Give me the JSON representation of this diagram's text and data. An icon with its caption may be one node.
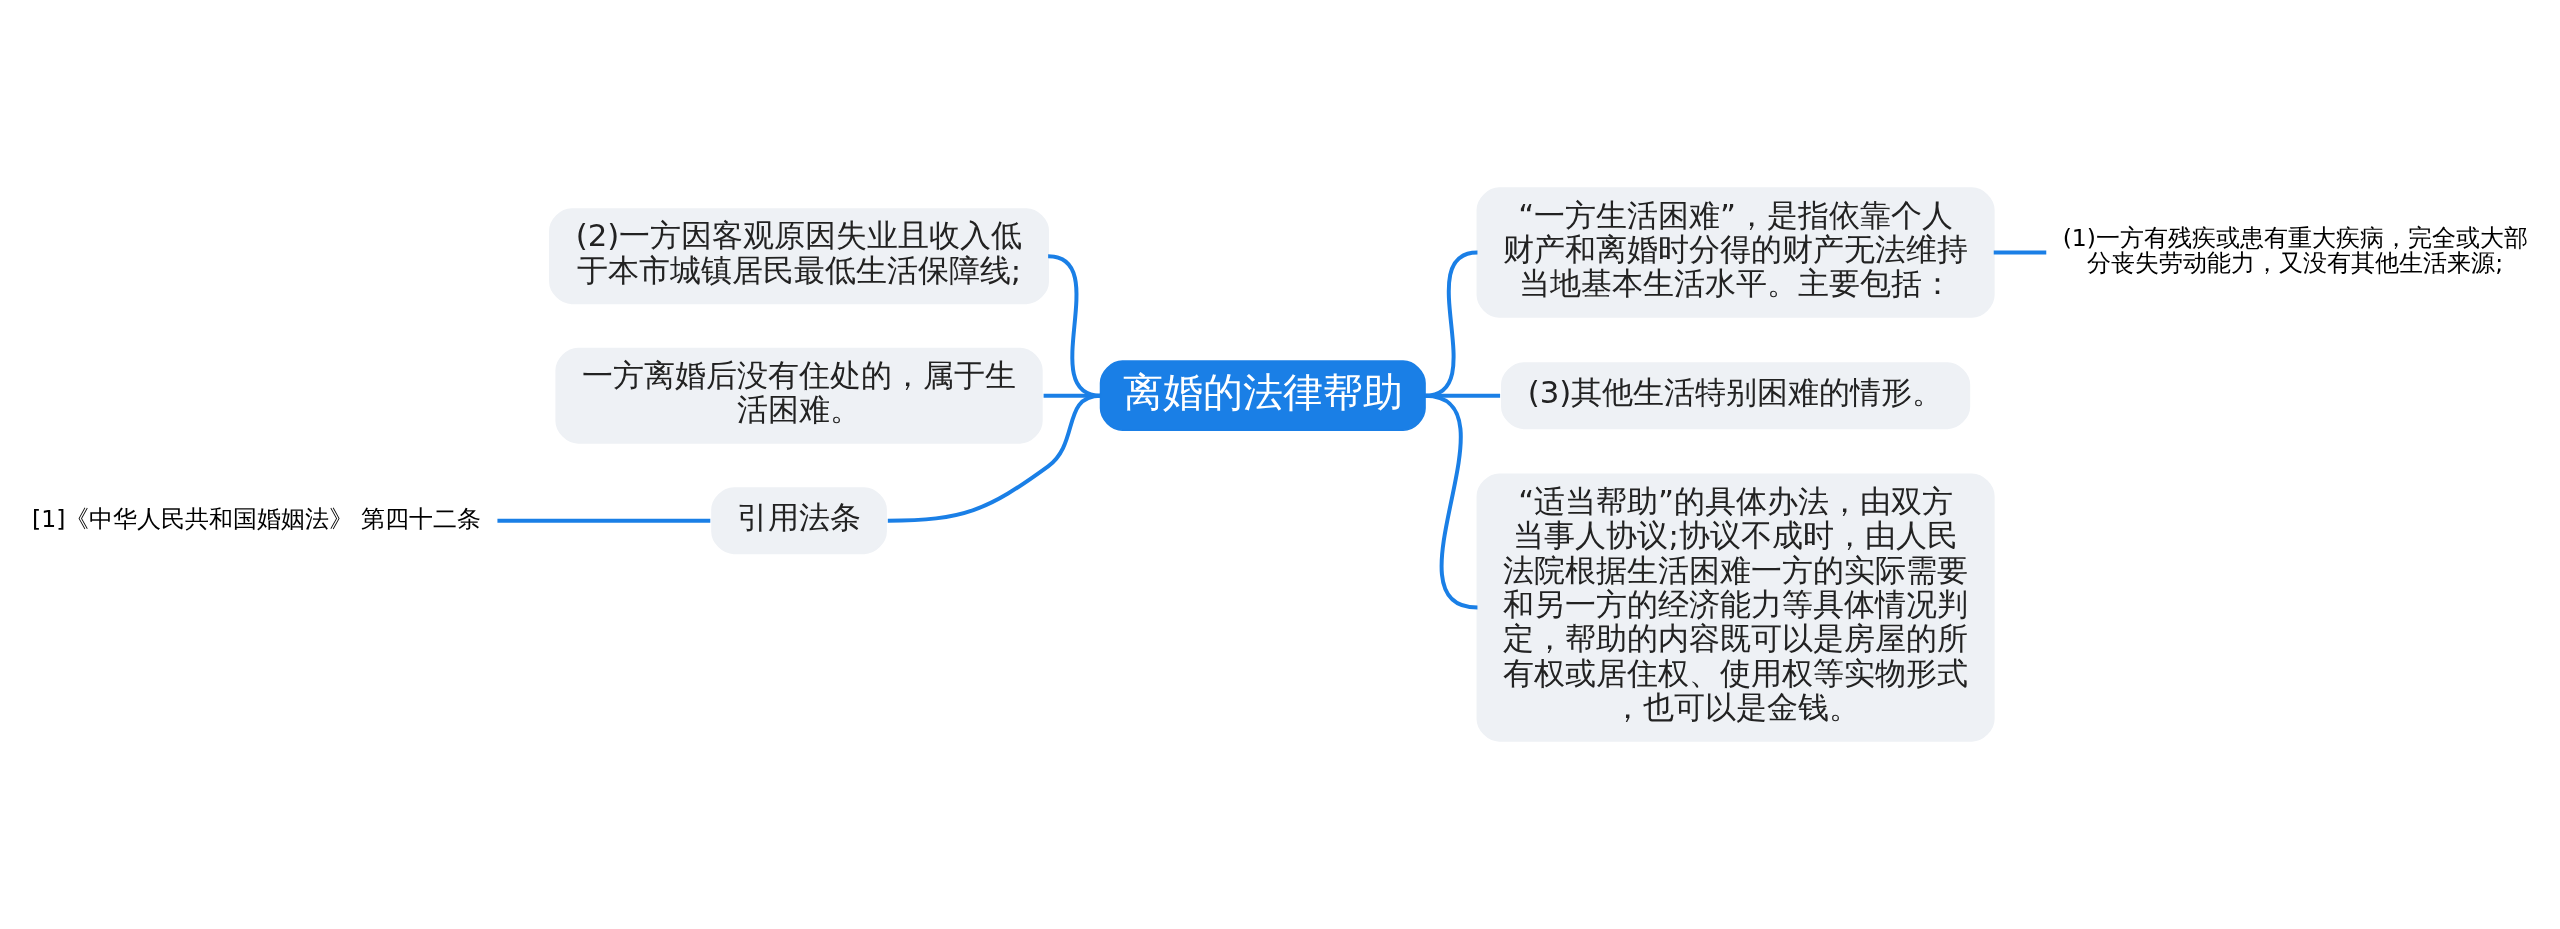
{
  "diagram": {
    "nodes": [
      {
        "text": [
          "离婚的法律帮助"
        ]
      },
      {
        "text": [
          "(2)一方因客观原因失业且收入低于本市城镇居民最低生活保障线;"
        ]
      },
      {
        "text": [
          "一方离婚后没有住处的，属于生活困难。"
        ]
      },
      {
        "text": [
          "引用法条"
        ]
      },
      {
        "text": [
          "[1]《中华人民共和国婚姻法》 第四十二条"
        ]
      },
      {
        "text": [
          "“一方生活困难”，是指依靠个人财产和离婚时分得的财产无法维持当地基本生活水平。主要包括："
        ]
      },
      {
        "text": [
          "(1)一方有残疾或患有重大疾病，完全或大部分丧失劳动能力，又没有其他生活来源;"
        ]
      },
      {
        "text": [
          "(3)其他生活特别困难的情形。"
        ]
      },
      {
        "text": [
          "“适当帮助”的具体办法，由双方当事人协议;协议不成时，由人民法院根据生活困难一方的实际需要和另一方的经济能力等具体情况判定，帮助的内容既可以是房屋的所有权或居住权、使用权等实物形式，也可以是金钱。"
        ]
      }
    ],
    "edges": [
      {
        "from": 0,
        "to": 1,
        "arrow": "none"
      },
      {
        "from": 0,
        "to": 2,
        "arrow": "none"
      },
      {
        "from": 0,
        "to": 3,
        "arrow": "none"
      },
      {
        "from": 3,
        "to": 4,
        "arrow": "none"
      },
      {
        "from": 0,
        "to": 5,
        "arrow": "none"
      },
      {
        "from": 5,
        "to": 6,
        "arrow": "none"
      },
      {
        "from": 0,
        "to": 7,
        "arrow": "none"
      },
      {
        "from": 0,
        "to": 8,
        "arrow": "none"
      }
    ]
  }
}
